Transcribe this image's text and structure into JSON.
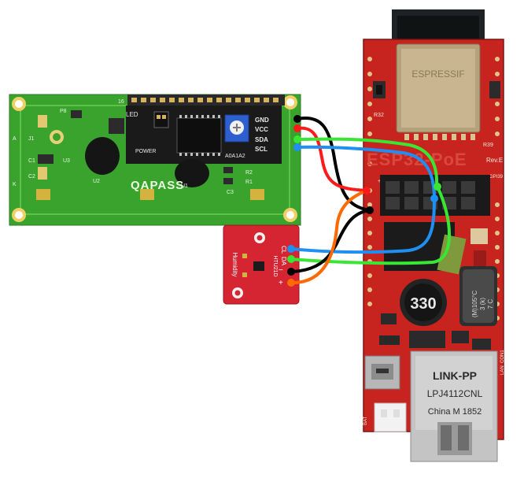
{
  "lcd": {
    "brand": "QAPASS",
    "led_label": "LED",
    "power_label": "POWER",
    "chip_label": "A0A1A2",
    "pin_labels": [
      "GND",
      "VCC",
      "SDA",
      "SCL"
    ],
    "silk": {
      "p8": "P8",
      "u3": "U3",
      "u2": "U2",
      "u1": "U1",
      "r2": "R2",
      "r1": "R1",
      "c3": "C3",
      "j1": "J1",
      "c1": "C1",
      "c2": "C2",
      "a": "A",
      "k": "K",
      "n16": "16"
    }
  },
  "sensor": {
    "label": "Humidity",
    "chip": "HTU21D",
    "pin_labels": [
      "CL",
      "DA",
      "−",
      "+"
    ]
  },
  "esp32": {
    "module_text": "ESP32-PoE",
    "rev": "Rev.E",
    "plus5v": "+5V",
    "gpio": "GPI39",
    "r32": "R32",
    "r39": "R39",
    "inductor": "330",
    "cap_lines": [
      "(M)105°C",
      "3 (k)",
      "7 C"
    ],
    "lan_connector": "LAN_CON1",
    "jack_brand": "LINK-PP",
    "jack_model": "LPJ4112CNL",
    "jack_origin": "China M 1852",
    "bat_label": "BAT"
  },
  "wires": [
    {
      "name": "black",
      "color": "#000000"
    },
    {
      "name": "red",
      "color": "#ff1a1a"
    },
    {
      "name": "green",
      "color": "#39e633"
    },
    {
      "name": "blue",
      "color": "#1f8ff2"
    },
    {
      "name": "orange",
      "color": "#ff6a00"
    }
  ]
}
